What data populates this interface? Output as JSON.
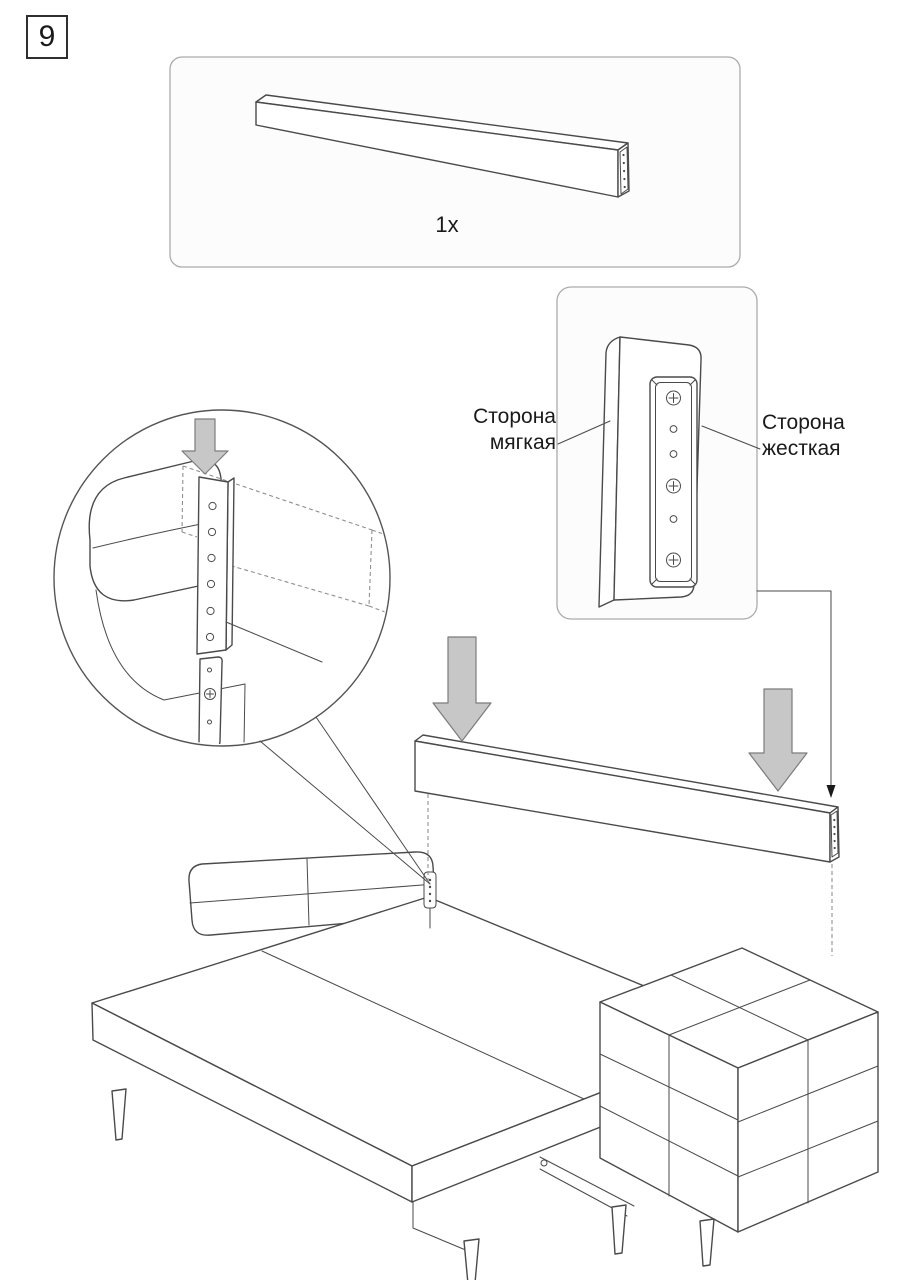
{
  "page": {
    "step_number": "9",
    "quantity_label": "1x",
    "labels": {
      "soft_side_line1": "Сторона",
      "soft_side_line2": "мягкая",
      "hard_side_line1": "Сторона",
      "hard_side_line2": "жесткая"
    }
  },
  "colors": {
    "line": "#4a4a4a",
    "arrow_fill": "#c7c7c7",
    "arrow_stroke": "#7c7c7c",
    "panel_background": "#fcfcfc",
    "panel_border": "#ababab",
    "background": "#ffffff",
    "text": "#1a1a1a"
  }
}
